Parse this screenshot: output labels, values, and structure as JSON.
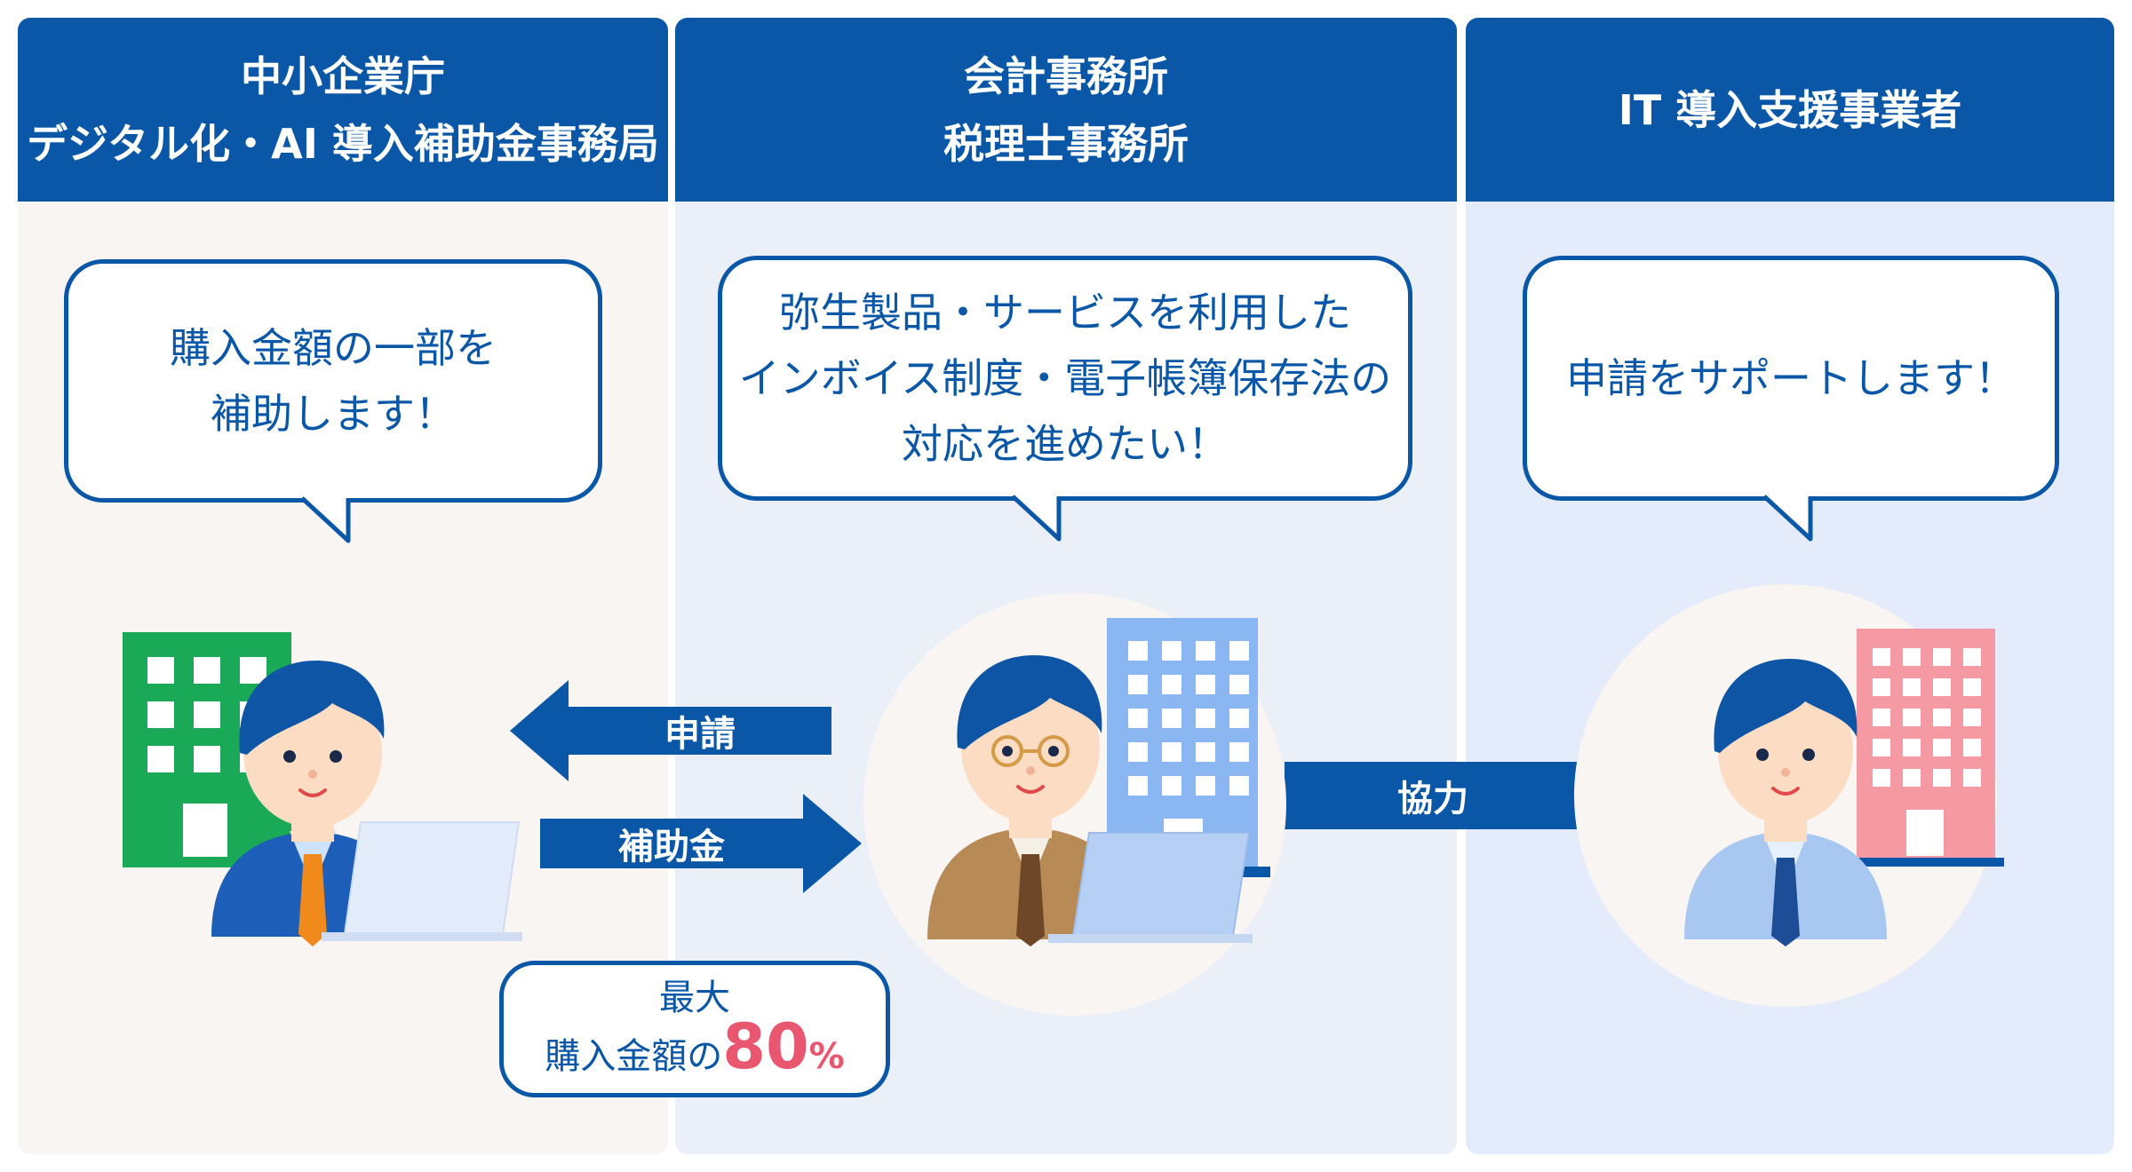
{
  "columns": [
    {
      "id": "agency",
      "header_lines": [
        "中小企業庁",
        "デジタル化・AI 導入補助金事務局"
      ],
      "bubble_lines": [
        "購入金額の一部を",
        "補助します！"
      ],
      "background": "#f8f5f2",
      "building_color": "#1aa957",
      "person_tie_color": "#f08a1a"
    },
    {
      "id": "accounting",
      "header_lines": [
        "会計事務所",
        "税理士事務所"
      ],
      "bubble_lines": [
        "弥生製品・サービスを利用した",
        "インボイス制度・電子帳簿保存法の",
        "対応を進めたい！"
      ],
      "background": "#ebf0f8",
      "building_color": "#8ab6f1",
      "person_suit_color": "#b88a55"
    },
    {
      "id": "it-vendor",
      "header_lines": [
        "IT 導入支援事業者"
      ],
      "bubble_lines": [
        "申請をサポートします！"
      ],
      "background": "#e4ebfa",
      "building_color": "#f59aa2",
      "person_suit_color": "#a9c8f1"
    }
  ],
  "arrows": {
    "apply_label": "申請",
    "subsidy_label": "補助金",
    "cooperation_label": "協力"
  },
  "max_box": {
    "line1": "最大",
    "line2_prefix": "購入金額の",
    "rate_number": "80",
    "rate_unit": "%"
  },
  "colors": {
    "primary": "#0a57a8",
    "accent": "#e8576f",
    "hair": "#0f55a5",
    "skin": "#fcdcc2"
  }
}
